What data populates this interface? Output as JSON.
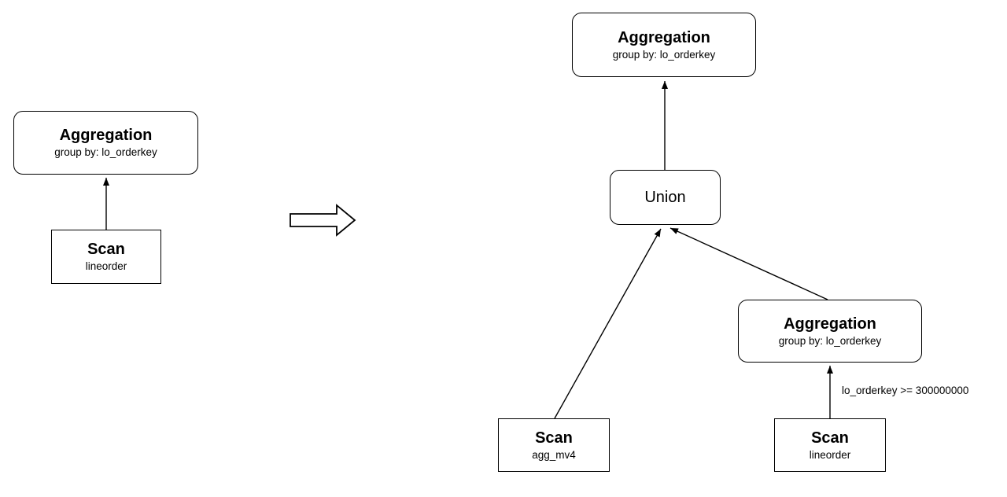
{
  "colors": {
    "stroke": "#000000",
    "background": "#ffffff"
  },
  "left_plan": {
    "aggregation": {
      "title": "Aggregation",
      "subtitle": "group by: lo_orderkey"
    },
    "scan": {
      "title": "Scan",
      "subtitle": "lineorder"
    }
  },
  "right_plan": {
    "aggregation_top": {
      "title": "Aggregation",
      "subtitle": "group by: lo_orderkey"
    },
    "union": {
      "title": "Union"
    },
    "scan_mv": {
      "title": "Scan",
      "subtitle": "agg_mv4"
    },
    "aggregation_filtered": {
      "title": "Aggregation",
      "subtitle": "group by: lo_orderkey"
    },
    "scan_lineorder": {
      "title": "Scan",
      "subtitle": "lineorder"
    },
    "filter_label": "lo_orderkey >= 300000000"
  }
}
